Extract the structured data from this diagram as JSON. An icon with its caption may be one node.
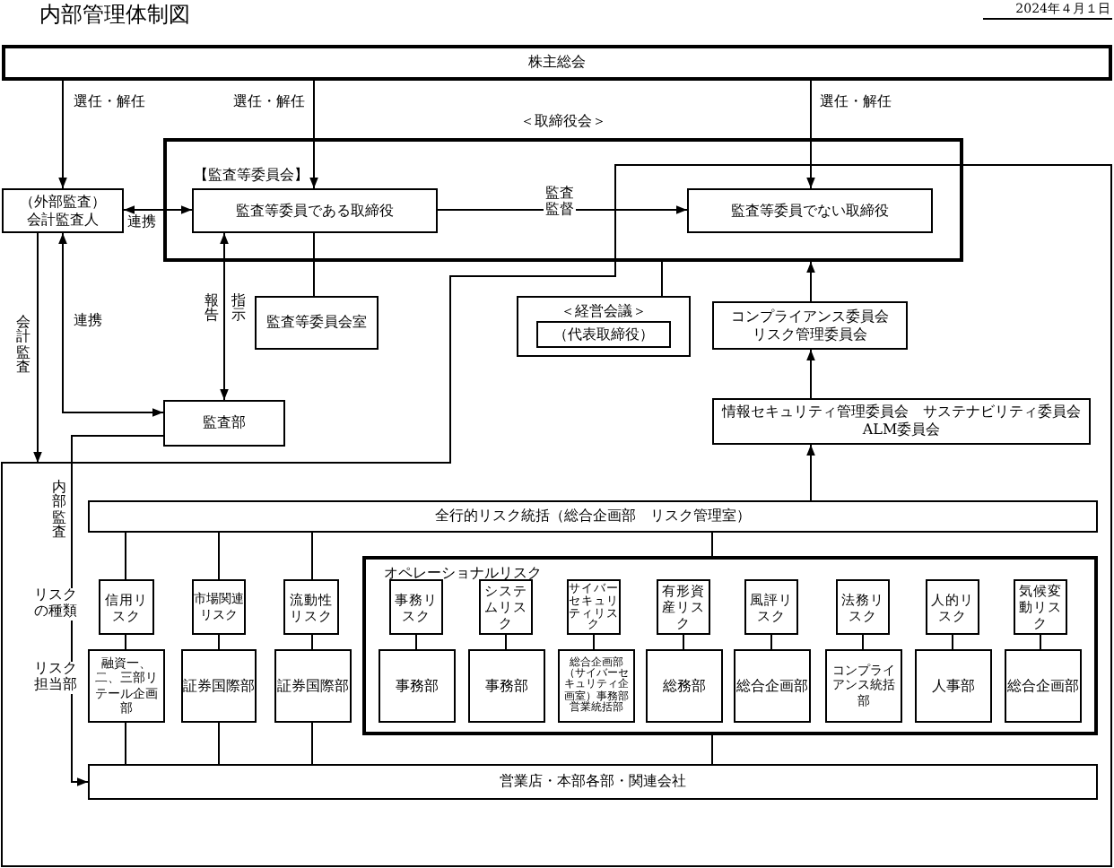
{
  "diagram": {
    "title": "内部管理体制図",
    "nodes": [
      {
        "text": [
          "株主総会"
        ]
      },
      {
        "text": [
          "＜取締役会＞"
        ]
      },
      {
        "text": [
          "【監査等委員会】",
          "監査等委員である取締役"
        ],
        "in": 1
      },
      {
        "text": [
          "監査等委員でない取締役"
        ],
        "in": 1
      },
      {
        "text": [
          "（外部監査）会計監査人"
        ]
      },
      {
        "text": [
          "監査等委員会室"
        ]
      },
      {
        "text": [
          "＜経営会議＞"
        ]
      },
      {
        "text": [
          "（代表取締役）"
        ],
        "in": 6
      },
      {
        "text": [
          "コンプライアンス委員会リスク管理委員会"
        ]
      },
      {
        "text": [
          "情報セキュリティ管理委員会　サステナビリティ委員会ALM委員会"
        ]
      },
      {
        "text": [
          "監査部"
        ]
      },
      {
        "text": [
          "全行的リスク統括（総合企画部　リスク管理室）"
        ]
      },
      {
        "text": [
          "信用リスク"
        ]
      },
      {
        "text": [
          "市場関連リスク"
        ]
      },
      {
        "text": [
          "流動性リスク"
        ]
      },
      {
        "text": [
          "融資一、二、三部リテール企画部"
        ]
      },
      {
        "text": [
          "証券国際部"
        ]
      },
      {
        "text": [
          "証券国際部"
        ]
      },
      {
        "text": [
          "オペレーショナルリスク"
        ]
      },
      {
        "text": [
          "事務リスク"
        ],
        "in": 18
      },
      {
        "text": [
          "システムリスク"
        ],
        "in": 18
      },
      {
        "text": [
          "サイバーセキュリティリスク"
        ],
        "in": 18
      },
      {
        "text": [
          "有形資産リスク"
        ],
        "in": 18
      },
      {
        "text": [
          "風評リスク"
        ],
        "in": 18
      },
      {
        "text": [
          "法務リスク"
        ],
        "in": 18
      },
      {
        "text": [
          "人的リスク"
        ],
        "in": 18
      },
      {
        "text": [
          "気候変動リスク"
        ],
        "in": 18
      },
      {
        "text": [
          "事務部"
        ],
        "in": 18
      },
      {
        "text": [
          "事務部"
        ],
        "in": 18
      },
      {
        "text": [
          "総合企画部（サイバーセキュリティ企画室）事務部営業統括部"
        ],
        "in": 18
      },
      {
        "text": [
          "総務部"
        ],
        "in": 18
      },
      {
        "text": [
          "総合企画部"
        ],
        "in": 18
      },
      {
        "text": [
          "コンプライアンス統括部"
        ],
        "in": 18
      },
      {
        "text": [
          "人事部"
        ],
        "in": 18
      },
      {
        "text": [
          "総合企画部"
        ],
        "in": 18
      },
      {
        "text": [
          "営業店・本部各部・関連会社"
        ]
      }
    ],
    "edges": [
      {
        "from": 0,
        "to": 4,
        "arrow": "to",
        "label": "選任・解任"
      },
      {
        "from": 0,
        "to": 2,
        "arrow": "to",
        "label": "選任・解任"
      },
      {
        "from": 0,
        "to": 3,
        "arrow": "to",
        "label": "選任・解任"
      },
      {
        "from": 4,
        "to": 2,
        "arrow": "both",
        "label": "連携"
      },
      {
        "from": 2,
        "to": 3,
        "arrow": "to",
        "label": "監査監督"
      },
      {
        "from": 2,
        "to": 5,
        "arrow": "none"
      },
      {
        "from": 10,
        "to": 2,
        "arrow": "both",
        "label": "報告"
      },
      {
        "from": 4,
        "to": 10,
        "arrow": "both",
        "label": "連携"
      },
      {
        "from": 4,
        "to": null,
        "arrow": "to",
        "label": "会計監査"
      },
      {
        "from": 10,
        "to": 35,
        "arrow": "to",
        "label": "内部監査"
      },
      {
        "from": 1,
        "to": 6,
        "arrow": "none"
      },
      {
        "from": 8,
        "to": 1,
        "arrow": "to"
      },
      {
        "from": 9,
        "to": 8,
        "arrow": "to"
      },
      {
        "from": 11,
        "to": 9,
        "arrow": "to"
      },
      {
        "from": 11,
        "to": 12,
        "arrow": "none"
      },
      {
        "from": 11,
        "to": 13,
        "arrow": "none"
      },
      {
        "from": 11,
        "to": 14,
        "arrow": "none"
      },
      {
        "from": 11,
        "to": 18,
        "arrow": "none"
      },
      {
        "from": 12,
        "to": 15,
        "arrow": "none"
      },
      {
        "from": 13,
        "to": 16,
        "arrow": "none"
      },
      {
        "from": 14,
        "to": 17,
        "arrow": "none"
      },
      {
        "from": 19,
        "to": 27,
        "arrow": "none"
      },
      {
        "from": 20,
        "to": 28,
        "arrow": "none"
      },
      {
        "from": 21,
        "to": 29,
        "arrow": "none"
      },
      {
        "from": 22,
        "to": 30,
        "arrow": "none"
      },
      {
        "from": 23,
        "to": 31,
        "arrow": "none"
      },
      {
        "from": 24,
        "to": 32,
        "arrow": "none"
      },
      {
        "from": 25,
        "to": 33,
        "arrow": "none"
      },
      {
        "from": 26,
        "to": 34,
        "arrow": "none"
      },
      {
        "from": 15,
        "to": 35,
        "arrow": "none"
      },
      {
        "from": 16,
        "to": 35,
        "arrow": "none"
      },
      {
        "from": 17,
        "to": 35,
        "arrow": "none"
      },
      {
        "from": 18,
        "to": 35,
        "arrow": "none"
      }
    ],
    "labels": [
      "2024年４月１日",
      "指示",
      "リスクの種類",
      "リスク担当部"
    ]
  }
}
